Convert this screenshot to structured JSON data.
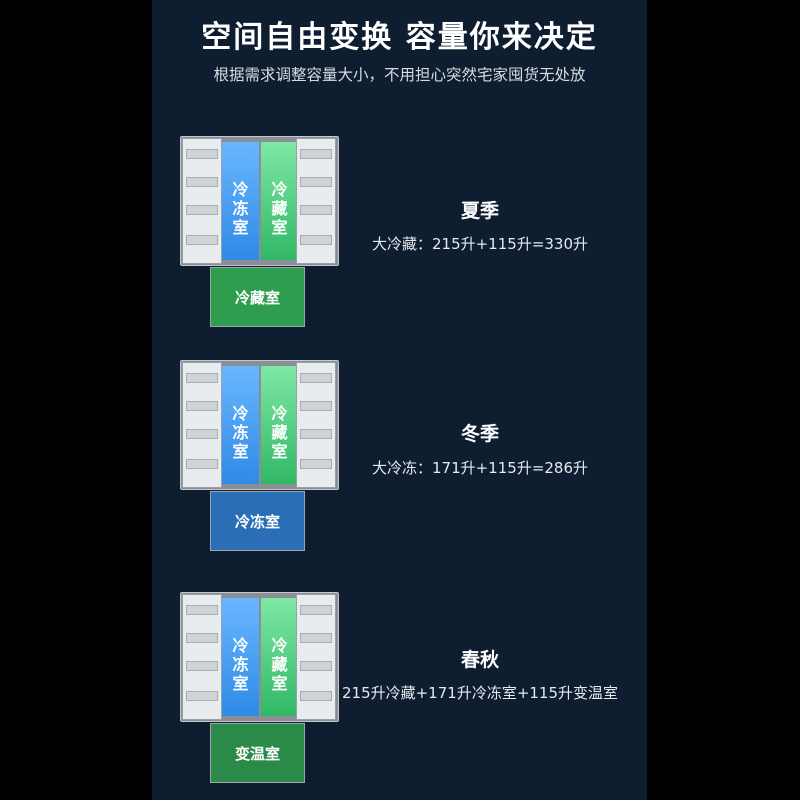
{
  "header": {
    "title": "空间自由变换 容量你来决定",
    "subtitle": "根据需求调整容量大小，不用担心突然宅家囤货无处放"
  },
  "zones": {
    "freezer": [
      "冷",
      "冻",
      "室"
    ],
    "fridge": [
      "冷",
      "藏",
      "室"
    ]
  },
  "modes": [
    {
      "season": "夏季",
      "detail": "大冷藏：215升+115升=330升",
      "drawer": "冷藏室"
    },
    {
      "season": "冬季",
      "detail": "大冷冻：171升+115升=286升",
      "drawer": "冷冻室"
    },
    {
      "season": "春秋",
      "detail": "215升冷藏+171升冷冻室+115升变温室",
      "drawer": "变温室"
    }
  ],
  "colors": {
    "background": "#0f1d30",
    "freezer_zone": "#2f8be6",
    "fridge_zone": "#31b865",
    "drawer_cool": "#2f9d4e",
    "drawer_freeze": "#2a6fb5"
  }
}
